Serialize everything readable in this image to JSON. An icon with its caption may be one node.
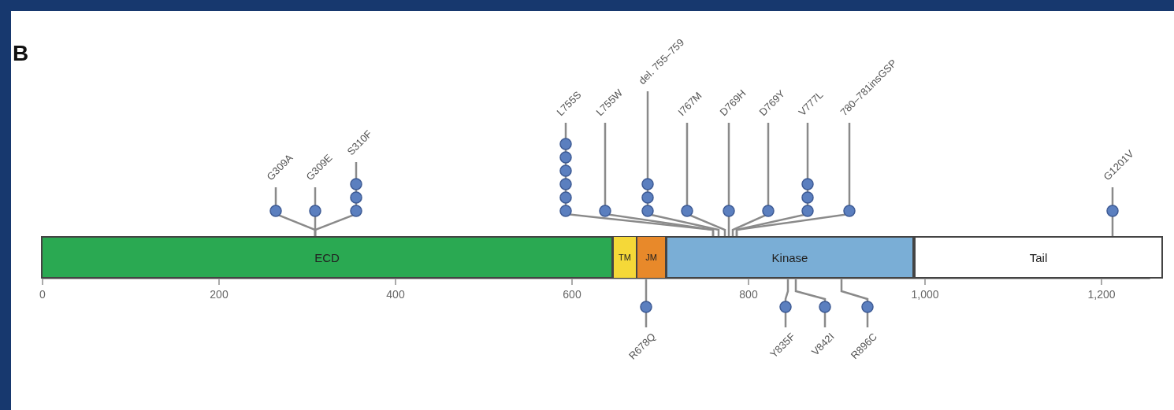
{
  "diagram": {
    "nodes": [
      {
        "text": [
          "G309A"
        ]
      },
      {
        "text": [
          "G309E"
        ]
      },
      {
        "text": [
          "S310F"
        ]
      },
      {
        "text": [
          "L755S"
        ]
      },
      {
        "text": [
          "L755W"
        ]
      },
      {
        "text": [
          "del. 755–759"
        ]
      },
      {
        "text": [
          "I767M"
        ]
      },
      {
        "text": [
          "D769H"
        ]
      },
      {
        "text": [
          "D769Y"
        ]
      },
      {
        "text": [
          "V777L"
        ]
      },
      {
        "text": [
          "780–781insGSP"
        ]
      },
      {
        "text": [
          "G1201V"
        ]
      },
      {
        "text": [
          "ECD"
        ]
      },
      {
        "text": [
          "TM"
        ]
      },
      {
        "text": [
          "JM"
        ]
      },
      {
        "text": [
          "Kinase"
        ]
      },
      {
        "text": [
          "Tail"
        ]
      },
      {
        "text": [
          "R678Q"
        ]
      },
      {
        "text": [
          "Y835F"
        ]
      },
      {
        "text": [
          "V842I"
        ]
      },
      {
        "text": [
          "R896C"
        ]
      }
    ],
    "edges": [
      {
        "from": 0,
        "to": 12,
        "arrow": "none"
      },
      {
        "from": 1,
        "to": 12,
        "arrow": "none"
      },
      {
        "from": 2,
        "to": 12,
        "arrow": "none"
      },
      {
        "from": 3,
        "to": 15,
        "arrow": "none"
      },
      {
        "from": 4,
        "to": 15,
        "arrow": "none"
      },
      {
        "from": 5,
        "to": 15,
        "arrow": "none"
      },
      {
        "from": 6,
        "to": 15,
        "arrow": "none"
      },
      {
        "from": 7,
        "to": 15,
        "arrow": "none"
      },
      {
        "from": 8,
        "to": 15,
        "arrow": "none"
      },
      {
        "from": 9,
        "to": 15,
        "arrow": "none"
      },
      {
        "from": 10,
        "to": 15,
        "arrow": "none"
      },
      {
        "from": 11,
        "to": 16,
        "arrow": "none"
      },
      {
        "from": 17,
        "to": 14,
        "arrow": "none"
      },
      {
        "from": 18,
        "to": 15,
        "arrow": "none"
      },
      {
        "from": 19,
        "to": 15,
        "arrow": "none"
      },
      {
        "from": 20,
        "to": 15,
        "arrow": "none"
      }
    ],
    "labels": [
      "B",
      "0",
      "200",
      "400",
      "600",
      "800",
      "1,000",
      "1,200"
    ]
  }
}
